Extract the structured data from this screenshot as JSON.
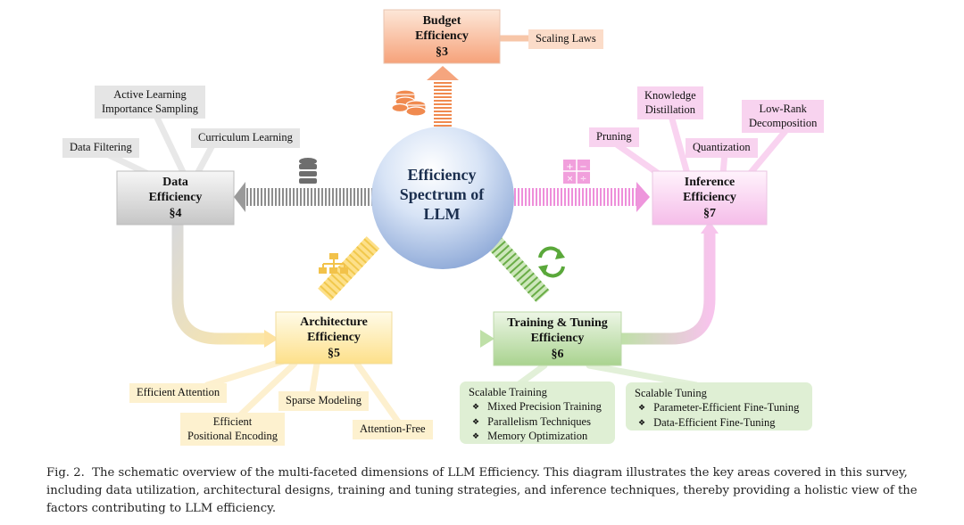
{
  "center": {
    "line1": "Efficiency",
    "line2": "Spectrum of",
    "line3": "LLM"
  },
  "budget": {
    "line1": "Budget",
    "line2": "Efficiency",
    "line3": "§3"
  },
  "data_eff": {
    "line1": "Data",
    "line2": "Efficiency",
    "line3": "§4"
  },
  "arch": {
    "line1": "Architecture",
    "line2": "Efficiency",
    "line3": "§5"
  },
  "training": {
    "line1": "Training & Tuning",
    "line2": "Efficiency",
    "line3": "§6"
  },
  "inference": {
    "line1": "Inference",
    "line2": "Efficiency",
    "line3": "§7"
  },
  "budget_chips": {
    "scaling_laws": "Scaling Laws"
  },
  "data_chips": {
    "active_learning": "Active Learning",
    "importance_sampling": "Importance Sampling",
    "curriculum": "Curriculum Learning",
    "filtering": "Data Filtering"
  },
  "inference_chips": {
    "kd1": "Knowledge",
    "kd2": "Distillation",
    "lr1": "Low-Rank",
    "lr2": "Decomposition",
    "pruning": "Pruning",
    "quantization": "Quantization"
  },
  "arch_chips": {
    "efficient_attention": "Efficient Attention",
    "sparse": "Sparse Modeling",
    "pos1": "Efficient",
    "pos2": "Positional Encoding",
    "attention_free": "Attention-Free"
  },
  "training_panel": {
    "title": "Scalable Training",
    "items": [
      "Mixed Precision Training",
      "Parallelism Techniques",
      "Memory Optimization"
    ]
  },
  "tuning_panel": {
    "title": "Scalable Tuning",
    "items": [
      "Parameter-Efficient Fine-Tuning",
      "Data-Efficient Fine-Tuning"
    ]
  },
  "caption": {
    "label": "Fig. 2.",
    "text": "The schematic overview of the multi-faceted dimensions of LLM Efficiency. This diagram illustrates the key areas covered in this survey, including data utilization, architectural designs, training and tuning strategies, and inference techniques, thereby providing a holistic view of the factors contributing to LLM efficiency."
  },
  "colors": {
    "budget": "#f7a87d",
    "data": "#cfcfcf",
    "architecture": "#fde59a",
    "training": "#a9d18e",
    "inference": "#f5b6e6",
    "center_sphere": "#9cb7e0"
  },
  "icons": [
    "coins-icon",
    "database-icon",
    "calculator-icon",
    "hierarchy-icon",
    "refresh-cycle-icon"
  ]
}
